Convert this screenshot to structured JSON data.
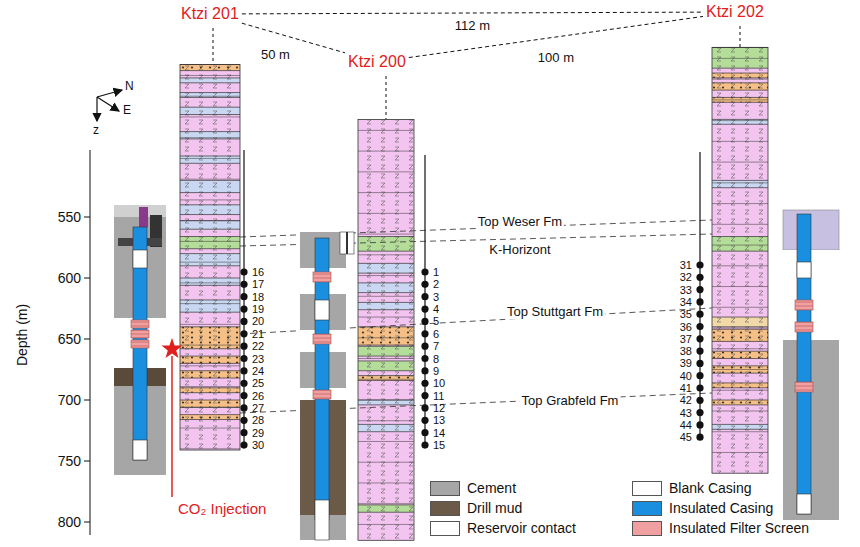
{
  "diagram": {
    "nodes": [
      {
        "text": [
          "Ktzi 201"
        ]
      },
      {
        "text": [
          "Ktzi 200"
        ]
      },
      {
        "text": [
          "Ktzi 202"
        ]
      }
    ],
    "edges": [
      {
        "from": 0,
        "to": 2,
        "arrow": "none",
        "label": "112 m"
      },
      {
        "from": 0,
        "to": 1,
        "arrow": "none",
        "label": "50 m"
      },
      {
        "from": 1,
        "to": 2,
        "arrow": "none",
        "label": "100 m"
      }
    ],
    "labels": [
      "N",
      "E",
      "z",
      "Depth (m)",
      "550",
      "600",
      "650",
      "700",
      "750",
      "800",
      "Top Weser Fm",
      "K-Horizont",
      "Top Stuttgart Fm",
      "Top Grabfeld Fm",
      "CO₂ Injection",
      "16",
      "17",
      "18",
      "19",
      "20",
      "21",
      "22",
      "23",
      "24",
      "25",
      "26",
      "27",
      "28",
      "29",
      "30",
      "1",
      "2",
      "3",
      "4",
      "5",
      "6",
      "7",
      "8",
      "9",
      "10",
      "11",
      "12",
      "13",
      "14",
      "15",
      "31",
      "32",
      "33",
      "34",
      "35",
      "36",
      "37",
      "38",
      "39",
      "40",
      "41",
      "42",
      "43",
      "44",
      "45"
    ],
    "legend": [
      {
        "text": "Cement",
        "color": "#a6a6a6"
      },
      {
        "text": "Drill mud",
        "color": "#6b5a48"
      },
      {
        "text": "Reservoir contact",
        "color": "#ffffff"
      },
      {
        "text": "Blank Casing",
        "color": "#ffffff"
      },
      {
        "text": "Insulated Casing",
        "color": "#1a8fe0"
      },
      {
        "text": "Insulated Filter Screen",
        "color": "#f0a0a0"
      }
    ]
  }
}
